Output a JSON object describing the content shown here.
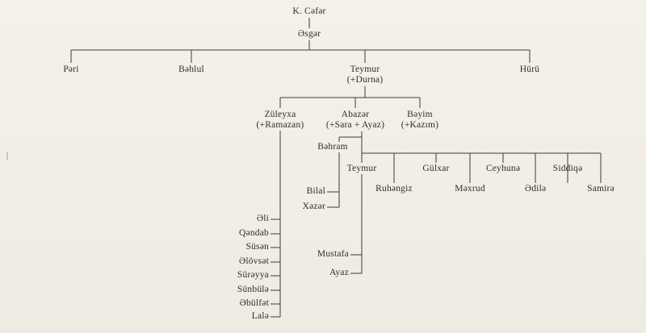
{
  "page": {
    "background": "#f1eee6",
    "line_color": "#3b3b3b",
    "text_color": "#2e2e2e",
    "kind": "family-tree-diagram"
  },
  "tree": {
    "gen1": {
      "label": "K. Cəfər"
    },
    "gen2": {
      "label": "Əsgər"
    },
    "gen3": [
      {
        "label": "Pəri"
      },
      {
        "label": "Bəhlul"
      },
      {
        "label": "Teymur",
        "spouse": "(+Durna)"
      },
      {
        "label": "Hürü"
      }
    ],
    "teymur_children": [
      {
        "label": "Züleyxa",
        "spouse": "(+Ramazan)"
      },
      {
        "label": "Abazər",
        "spouse": "(+Sara + Ayaz)"
      },
      {
        "label": "Bəyim",
        "spouse": "(+Kazım)"
      }
    ],
    "zuleyxa_children": [
      {
        "label": "Əli"
      },
      {
        "label": "Qəndab"
      },
      {
        "label": "Süsən"
      },
      {
        "label": "Əlövsət"
      },
      {
        "label": "Sürəyya"
      },
      {
        "label": "Sünbülə"
      },
      {
        "label": "Əbülfət"
      },
      {
        "label": "Lalə"
      }
    ],
    "abazer_children": {
      "behram": {
        "label": "Bəhram"
      },
      "row_upper": [
        {
          "label": "Teymur"
        },
        {
          "label": "Gülxar"
        },
        {
          "label": "Ceyhunə"
        },
        {
          "label": "Siddiqə"
        }
      ],
      "row_lower": [
        {
          "label": "Ruhəngiz"
        },
        {
          "label": "Məxrud"
        },
        {
          "label": "Ədilə"
        },
        {
          "label": "Samirə"
        }
      ]
    },
    "behram_children": [
      {
        "label": "Bilal"
      },
      {
        "label": "Xəzər"
      }
    ],
    "teymur_g5_children": [
      {
        "label": "Mustafa"
      },
      {
        "label": "Ayaz"
      }
    ]
  }
}
